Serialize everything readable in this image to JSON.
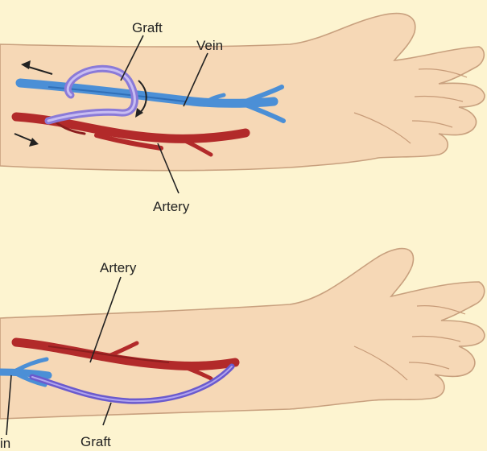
{
  "top_panel": {
    "labels": {
      "graft": "Graft",
      "vein": "Vein",
      "artery": "Artery"
    }
  },
  "bottom_panel": {
    "labels": {
      "artery": "Artery",
      "vein_partial": "in",
      "graft": "Graft"
    }
  },
  "colors": {
    "background": "#fdf4d0",
    "skin": "#f6d8b6",
    "vein": "#4b8fd6",
    "artery": "#b22a2a",
    "graft": "#8a7ad8"
  }
}
